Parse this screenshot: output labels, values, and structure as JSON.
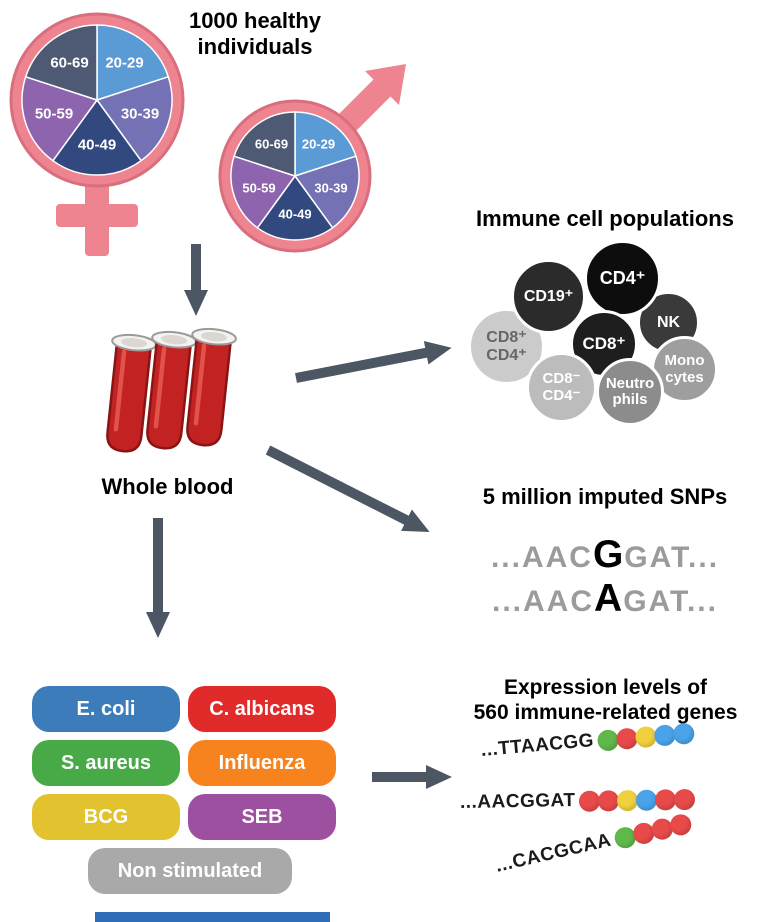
{
  "colors": {
    "pink": "#ee8490",
    "pink_stroke": "#d96e7d",
    "arrow": "#4d5763",
    "tube_red": "#c32222",
    "bead": {
      "green": "#5fb84a",
      "red": "#e84a4a",
      "yellow": "#f0d03c",
      "blue": "#4aa3e8"
    }
  },
  "header": {
    "title": "1000 healthy\nindividuals"
  },
  "demographics": {
    "age_groups": [
      "20-29",
      "30-39",
      "40-49",
      "50-59",
      "60-69"
    ],
    "pie_colors": [
      "#5b9bd5",
      "#7571b5",
      "#31497e",
      "#8d64ad",
      "#4e5a74"
    ]
  },
  "blood": {
    "label": "Whole blood"
  },
  "immune_cells": {
    "title": "Immune cell populations",
    "cells": [
      {
        "label": "CD19⁺"
      },
      {
        "label": "CD4⁺"
      },
      {
        "label": "NK"
      },
      {
        "label": "CD8⁺"
      },
      {
        "label": "CD8⁺\nCD4⁺"
      },
      {
        "label": "Mono\ncytes"
      },
      {
        "label": "CD8⁻\nCD4⁻"
      },
      {
        "label": "Neutro\nphils"
      }
    ]
  },
  "snps": {
    "title": "5 million imputed SNPs",
    "sequences": [
      {
        "prefix": "...AAC",
        "variant": "G",
        "suffix": "GAT..."
      },
      {
        "prefix": "...AAC",
        "variant": "A",
        "suffix": "GAT..."
      }
    ]
  },
  "stimulations": [
    {
      "label": "E. coli",
      "color": "#3c7cba"
    },
    {
      "label": "C. albicans",
      "color": "#e12a2a"
    },
    {
      "label": "S. aureus",
      "color": "#47aa47"
    },
    {
      "label": "Influenza",
      "color": "#f6831e"
    },
    {
      "label": "BCG",
      "color": "#e2c22e"
    },
    {
      "label": "SEB",
      "color": "#9d50a0"
    },
    {
      "label": "Non stimulated",
      "color": "#a9a9a9"
    }
  ],
  "expression": {
    "title": "Expression levels of\n560 immune-related genes",
    "sequences": [
      {
        "text": "...TTAACGG",
        "beads": [
          "green",
          "red",
          "yellow",
          "blue",
          "blue"
        ]
      },
      {
        "text": "...AACGGAT",
        "beads": [
          "red",
          "red",
          "yellow",
          "blue",
          "red",
          "red"
        ]
      },
      {
        "text": "...CACGCAA",
        "beads": [
          "green",
          "red",
          "red",
          "red"
        ]
      }
    ]
  }
}
